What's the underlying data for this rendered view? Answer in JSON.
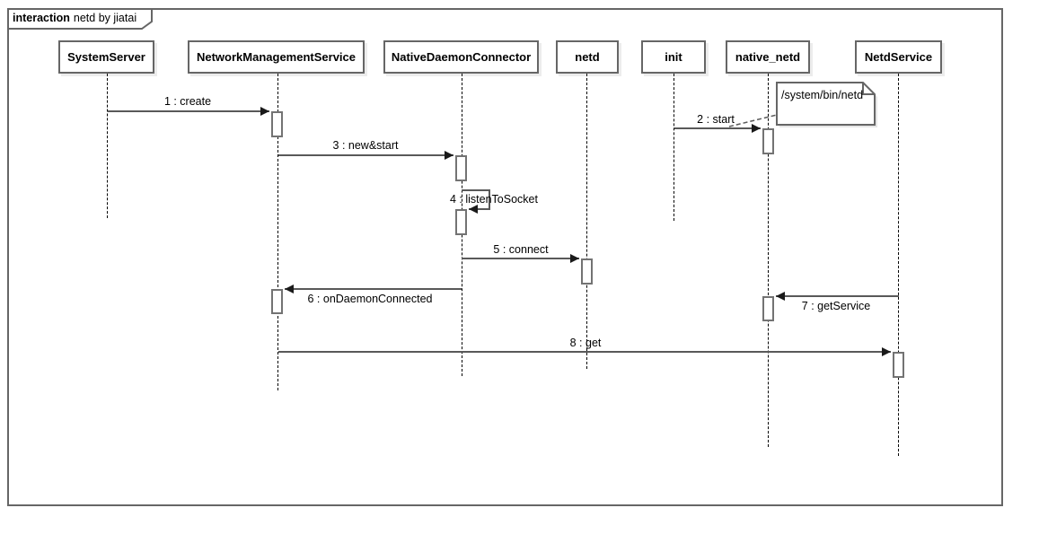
{
  "frame": {
    "title_keyword": "interaction",
    "title_name": "netd by jiatai"
  },
  "lifelines": [
    {
      "label": "SystemServer"
    },
    {
      "label": "NetworkManagementService"
    },
    {
      "label": "NativeDaemonConnector"
    },
    {
      "label": "netd"
    },
    {
      "label": "init"
    },
    {
      "label": "native_netd"
    },
    {
      "label": "NetdService"
    }
  ],
  "messages": [
    {
      "label": "1 : create"
    },
    {
      "label": "2 : start"
    },
    {
      "label": "3 : new&start"
    },
    {
      "label": "4 : listenToSocket"
    },
    {
      "label": "5 : connect"
    },
    {
      "label": "6 : onDaemonConnected"
    },
    {
      "label": "7 : getService"
    },
    {
      "label": "8 : get"
    }
  ],
  "note": {
    "text": "/system/bin/netd"
  },
  "colors": {
    "background": "#ffffff",
    "frame_border": "#666666",
    "box_border": "#666666",
    "activation_border": "#737373",
    "message_line": "#595959",
    "arrowhead": "#1a1a1a",
    "lifeline": "#000000"
  }
}
